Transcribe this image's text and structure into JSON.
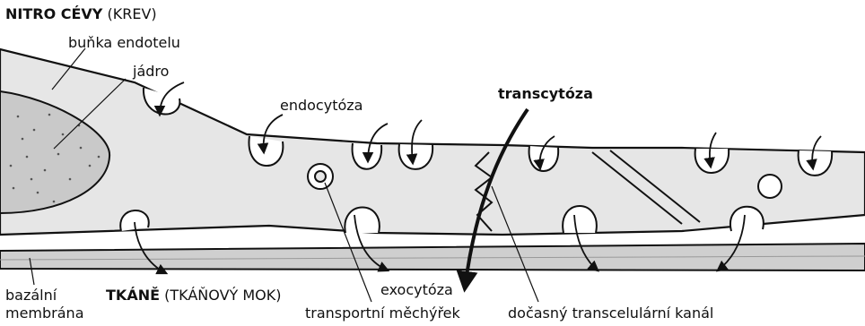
{
  "labels": {
    "lumen_title": "NITRO CÉVY",
    "lumen_sub": "(KREV)",
    "endothelial_cell": "buňka endotelu",
    "nucleus": "jádro",
    "endocytosis": "endocytóza",
    "transcytosis": "transcytóza",
    "basal_membrane_l1": "bazální",
    "basal_membrane_l2": "membrána",
    "tissue_title": "TKÁNĚ",
    "tissue_sub": "(TKÁŇOVÝ MOK)",
    "exocytosis": "exocytóza",
    "transport_vesicle": "transportní měchýřek",
    "transcellular_channel": "dočasný transcelulární kanál"
  },
  "colors": {
    "cell_fill": "#e6e6e6",
    "membrane_fill": "#cfcfcf",
    "outline": "#111111",
    "nucleus_fill": "#c9c9c9"
  }
}
